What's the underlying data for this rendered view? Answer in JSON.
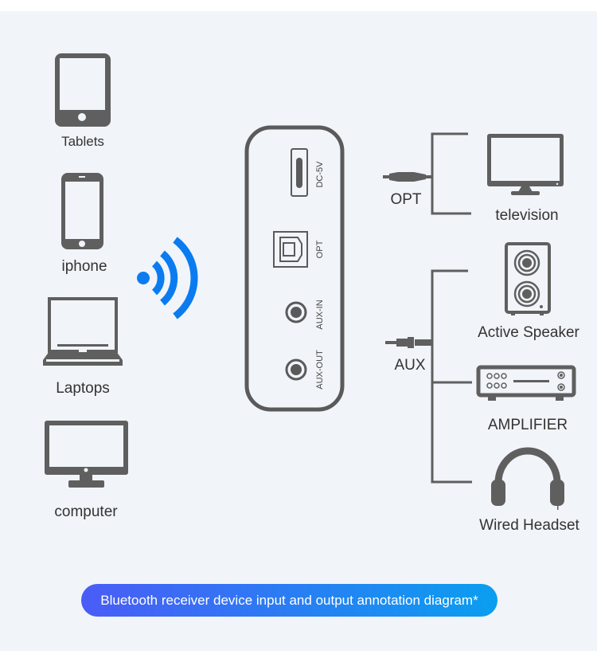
{
  "colors": {
    "icon": "#5f5f5f",
    "wifi": "#0a7cf0",
    "banner_start": "#4a5cf6",
    "banner_end": "#0a9ef0",
    "background": "#f1f4f9"
  },
  "sources": [
    {
      "label": "Tablets",
      "icon": "tablet-icon"
    },
    {
      "label": "iphone",
      "icon": "phone-icon"
    },
    {
      "label": "Laptops",
      "icon": "laptop-icon"
    },
    {
      "label": "computer",
      "icon": "monitor-icon"
    }
  ],
  "device": {
    "ports": [
      "DC-5V",
      "OPT",
      "AUX-IN",
      "AUX-OUT"
    ]
  },
  "outputs": {
    "opt": {
      "cable_label": "OPT",
      "targets": [
        "television"
      ]
    },
    "aux": {
      "cable_label": "AUX",
      "targets": [
        "Active Speaker",
        "AMPLIFIER",
        "Wired Headset"
      ]
    }
  },
  "caption": "Bluetooth receiver device input and output annotation diagram*"
}
